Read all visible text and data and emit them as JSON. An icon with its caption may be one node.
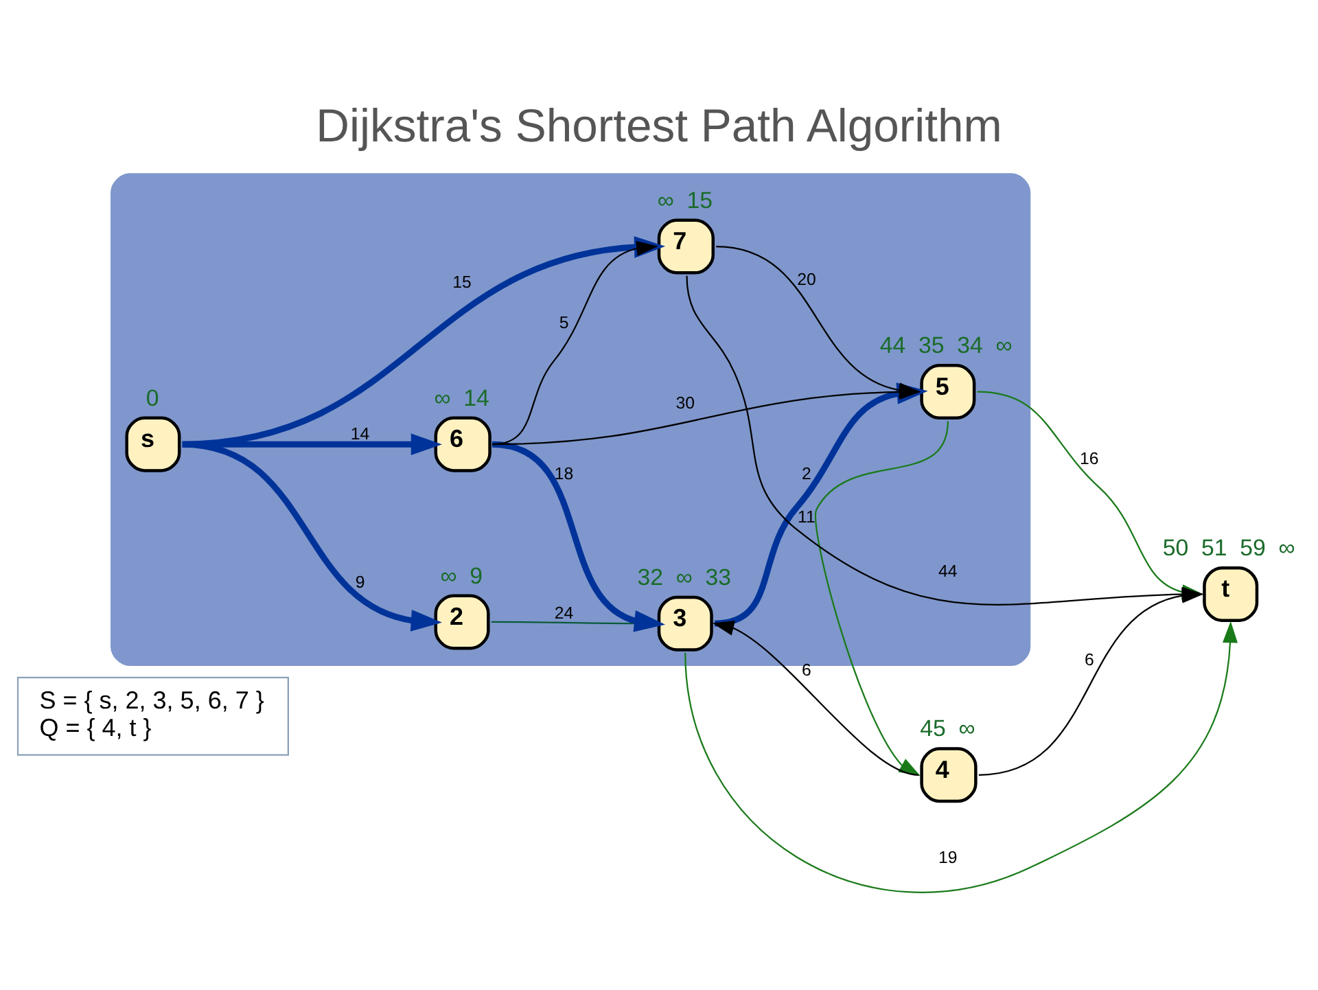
{
  "diagram": {
    "title": "Dijkstra's Shortest Path Algorithm",
    "nodes": [
      {
        "text": [
          "S = { s, 2, 3, 5, 6, 7 }",
          "Q = { 4, t }"
        ]
      },
      {
        "text": [],
        "shape": "cloud"
      },
      {
        "text": [
          "s"
        ],
        "in": 1,
        "beside": [
          "0"
        ]
      },
      {
        "text": [
          "2"
        ],
        "in": 1,
        "beside": [
          "∞",
          "9"
        ]
      },
      {
        "text": [
          "3"
        ],
        "in": 1,
        "beside": [
          "32",
          "∞",
          "33"
        ]
      },
      {
        "text": [
          "6"
        ],
        "in": 1,
        "beside": [
          "∞",
          "14"
        ]
      },
      {
        "text": [
          "4"
        ],
        "beside": [
          "45",
          "∞"
        ]
      },
      {
        "text": [
          "5"
        ],
        "in": 1,
        "beside": [
          "44",
          "35",
          "34",
          "∞"
        ]
      },
      {
        "text": [
          "7"
        ],
        "in": 1,
        "beside": [
          "∞",
          "15"
        ]
      },
      {
        "text": [
          "t"
        ],
        "beside": [
          "50",
          "51",
          "59",
          "∞"
        ]
      }
    ],
    "edges": [
      {
        "from": 2,
        "to": 3,
        "arrow": "to",
        "label": "9",
        "style": "thick",
        "color": "#003399"
      },
      {
        "from": 2,
        "to": 5,
        "arrow": "to",
        "label": "14",
        "style": "thick",
        "color": "#003399"
      },
      {
        "from": 2,
        "to": 8,
        "arrow": "to",
        "label": "15",
        "style": "thick",
        "color": "#003399"
      },
      {
        "from": 3,
        "to": 4,
        "arrow": "to",
        "label": "24",
        "color": "#0b5a3a"
      },
      {
        "from": 5,
        "to": 4,
        "arrow": "to",
        "label": "18",
        "style": "thick",
        "color": "#003399"
      },
      {
        "from": 5,
        "to": 7,
        "arrow": "to",
        "label": "30"
      },
      {
        "from": 5,
        "to": 8,
        "arrow": "to",
        "label": "5"
      },
      {
        "from": 4,
        "to": 7,
        "arrow": "to",
        "label": "2",
        "style": "thick",
        "color": "#003399"
      },
      {
        "from": 4,
        "to": 9,
        "arrow": "to",
        "label": "19",
        "color": "#1a7a1a"
      },
      {
        "from": 6,
        "to": 4,
        "arrow": "to",
        "label": "6"
      },
      {
        "from": 6,
        "to": 9,
        "arrow": "to",
        "label": "6"
      },
      {
        "from": 7,
        "to": 6,
        "arrow": "to",
        "label": "11",
        "color": "#1a7a1a"
      },
      {
        "from": 7,
        "to": 9,
        "arrow": "to",
        "label": "16",
        "color": "#1a7a1a"
      },
      {
        "from": 8,
        "to": 7,
        "arrow": "to",
        "label": "20"
      },
      {
        "from": 8,
        "to": 9,
        "arrow": "to",
        "label": "44"
      }
    ]
  }
}
